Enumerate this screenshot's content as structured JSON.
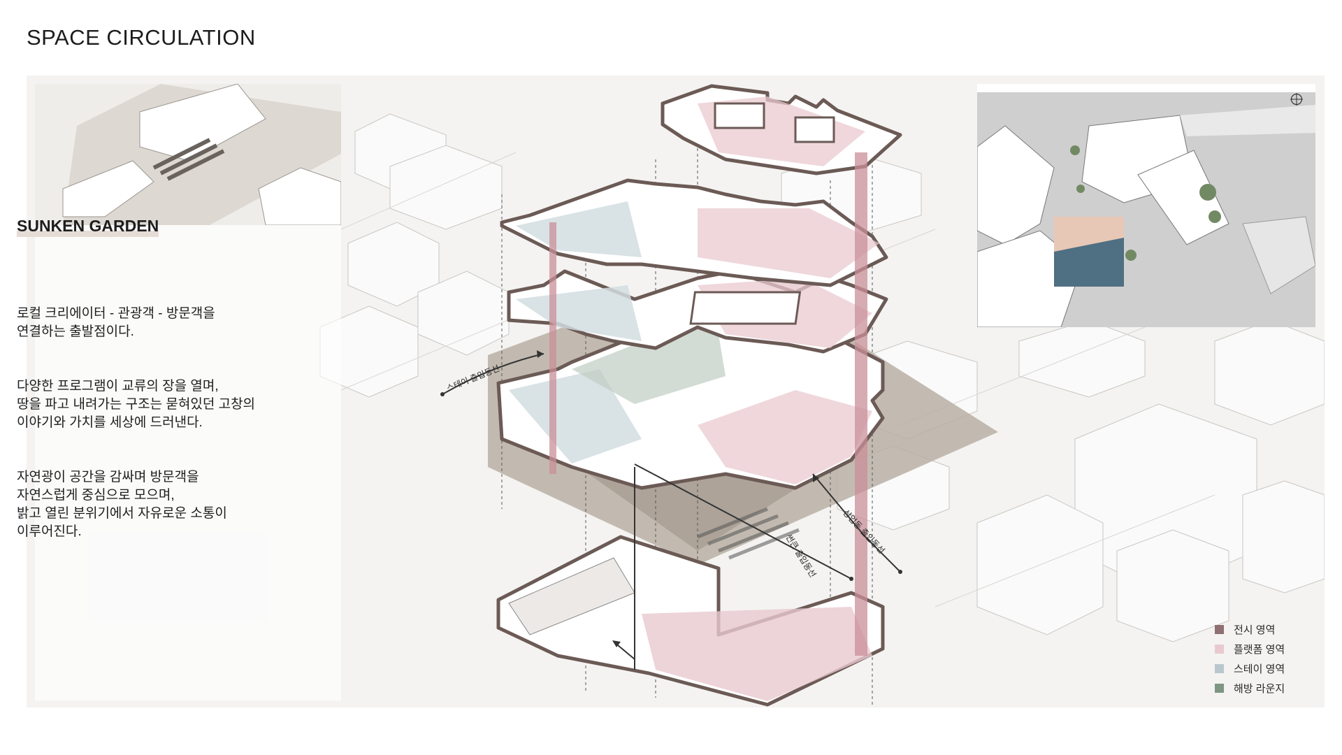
{
  "title": "SPACE CIRCULATION",
  "section": {
    "heading": "SUNKEN GARDEN",
    "paragraphs": [
      "로컬 크리에이터 - 관광객 - 방문객을\n연결하는 출발점이다.",
      "다양한 프로그램이 교류의 장을 열며,\n땅을 파고 내려가는 구조는 묻혀있던 고창의\n이야기와 가치를 세상에 드러낸다.",
      "자연광이 공간을 감싸며 방문객을\n자연스럽게 중심으로 모으며,\n밝고 열린 분위기에서 자유로운 소통이\n이루어진다."
    ]
  },
  "route_labels": {
    "stay": "스테이 출입동선",
    "sunken": "썬큰 출입동선",
    "commercial": "상업동 출입동선"
  },
  "legend": [
    {
      "label": "전시 영역",
      "color": "#8e6f72"
    },
    {
      "label": "플랫폼 영역",
      "color": "#e9c9cf"
    },
    {
      "label": "스테이 영역",
      "color": "#b9c7cd"
    },
    {
      "label": "해방 라운지",
      "color": "#7e9682"
    }
  ],
  "colors": {
    "wall": "#6b5a55",
    "circulation": "#c98f98",
    "ground": "#b8afa5",
    "background": "#f4f3f1"
  },
  "icons": {
    "compass": "compass-icon"
  }
}
